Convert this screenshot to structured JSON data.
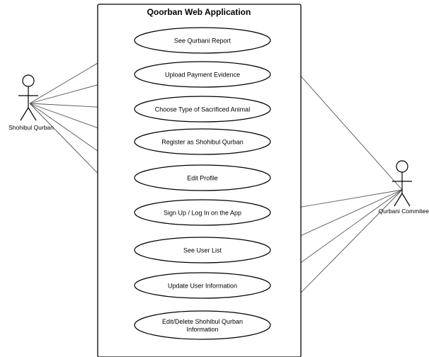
{
  "system": {
    "title": "Qoorban Web Application"
  },
  "actors": [
    {
      "id": "shohibul",
      "name": "Shohibul Qurban"
    },
    {
      "id": "committee",
      "name": "Qurbani Commitee"
    }
  ],
  "use_cases": [
    {
      "lines": [
        "See Qurbani Report"
      ],
      "actors": [
        "shohibul",
        "committee"
      ]
    },
    {
      "lines": [
        "Upload Payment Evidence"
      ],
      "actors": [
        "shohibul"
      ]
    },
    {
      "lines": [
        "Choose Type of Sacrificed Animal"
      ],
      "actors": [
        "shohibul"
      ]
    },
    {
      "lines": [
        "Register as Shohibul Qurban"
      ],
      "actors": [
        "shohibul"
      ]
    },
    {
      "lines": [
        "Edit Profile"
      ],
      "actors": [
        "shohibul"
      ]
    },
    {
      "lines": [
        "Sign Up / Log In on the App"
      ],
      "actors": [
        "shohibul",
        "committee"
      ]
    },
    {
      "lines": [
        "See User List"
      ],
      "actors": [
        "committee"
      ]
    },
    {
      "lines": [
        "Update User Information"
      ],
      "actors": [
        "committee"
      ]
    },
    {
      "lines": [
        "Edit/Delete Shohibul Qurban",
        "Information"
      ],
      "actors": [
        "committee"
      ]
    }
  ]
}
